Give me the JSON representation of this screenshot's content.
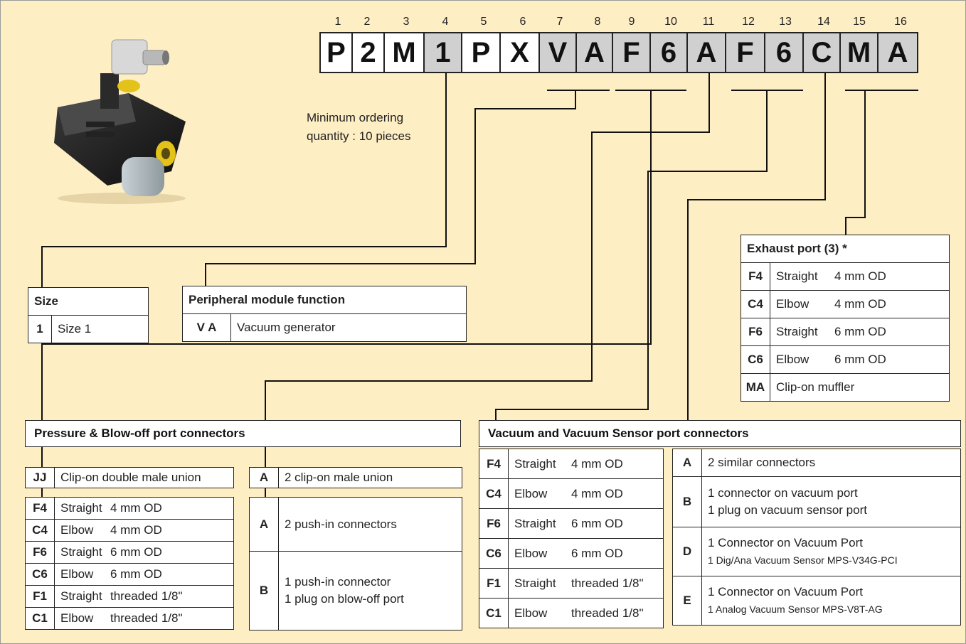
{
  "code_positions": [
    "1",
    "2",
    "3",
    "4",
    "5",
    "6",
    "7",
    "8",
    "9",
    "10",
    "11",
    "12",
    "13",
    "14",
    "15",
    "16"
  ],
  "code_chars": [
    "P",
    "2",
    "M",
    "1",
    "P",
    "X",
    "V",
    "A",
    "F",
    "6",
    "A",
    "F",
    "6",
    "C",
    "M",
    "A"
  ],
  "note": {
    "line1": "Minimum ordering",
    "line2": "quantity : 10 pieces"
  },
  "size": {
    "title": "Size",
    "rows": [
      {
        "code": "1",
        "desc": "Size 1"
      }
    ]
  },
  "peripheral": {
    "title": "Peripheral module function",
    "rows": [
      {
        "code": "V A",
        "desc": "Vacuum generator"
      }
    ]
  },
  "exhaust": {
    "title": "Exhaust port (3) *",
    "rows": [
      {
        "code": "F4",
        "type": "Straight",
        "size": "4 mm OD"
      },
      {
        "code": "C4",
        "type": "Elbow",
        "size": "4 mm OD"
      },
      {
        "code": "F6",
        "type": "Straight",
        "size": "6 mm OD"
      },
      {
        "code": "C6",
        "type": "Elbow",
        "size": "6 mm OD"
      },
      {
        "code": "MA",
        "type": "Clip-on muffler",
        "size": ""
      }
    ]
  },
  "pressure": {
    "title": "Pressure & Blow-off port connectors",
    "union_left": {
      "code": "JJ",
      "desc": "Clip-on double male union"
    },
    "union_right": {
      "code": "A",
      "desc": "2 clip-on male union"
    },
    "left_rows": [
      {
        "code": "F4",
        "type": "Straight",
        "size": "4 mm OD"
      },
      {
        "code": "C4",
        "type": "Elbow",
        "size": "4 mm OD"
      },
      {
        "code": "F6",
        "type": "Straight",
        "size": "6 mm OD"
      },
      {
        "code": "C6",
        "type": "Elbow",
        "size": "6 mm OD"
      },
      {
        "code": "F1",
        "type": "Straight",
        "size": "threaded 1/8\""
      },
      {
        "code": "C1",
        "type": "Elbow",
        "size": "threaded 1/8\""
      }
    ],
    "right_rows": [
      {
        "code": "A",
        "line1": "2 push-in connectors",
        "line2": ""
      },
      {
        "code": "B",
        "line1": "1 push-in connector",
        "line2": "1 plug on blow-off port"
      }
    ]
  },
  "vacuum": {
    "title": "Vacuum and Vacuum Sensor port connectors",
    "left_rows": [
      {
        "code": "F4",
        "type": "Straight",
        "size": "4 mm OD"
      },
      {
        "code": "C4",
        "type": "Elbow",
        "size": "4 mm OD"
      },
      {
        "code": "F6",
        "type": "Straight",
        "size": "6 mm OD"
      },
      {
        "code": "C6",
        "type": "Elbow",
        "size": "6 mm OD"
      },
      {
        "code": "F1",
        "type": "Straight",
        "size": "threaded 1/8\""
      },
      {
        "code": "C1",
        "type": "Elbow",
        "size": "threaded 1/8\""
      }
    ],
    "right_rows": [
      {
        "code": "A",
        "line1": "2 similar connectors",
        "line2": ""
      },
      {
        "code": "B",
        "line1": "1 connector on vacuum port",
        "line2": "1 plug on vacuum sensor port"
      },
      {
        "code": "D",
        "line1": "1 Connector on Vacuum Port",
        "line2": "1 Dig/Ana Vacuum Sensor MPS-V34G-PCI"
      },
      {
        "code": "E",
        "line1": "1 Connector on Vacuum Port",
        "line2": "1 Analog Vacuum Sensor MPS-V8T-AG"
      }
    ]
  },
  "colors": {
    "background": "#feeec4",
    "highlight_cell": "#d0d0d0",
    "line": "#111111"
  }
}
